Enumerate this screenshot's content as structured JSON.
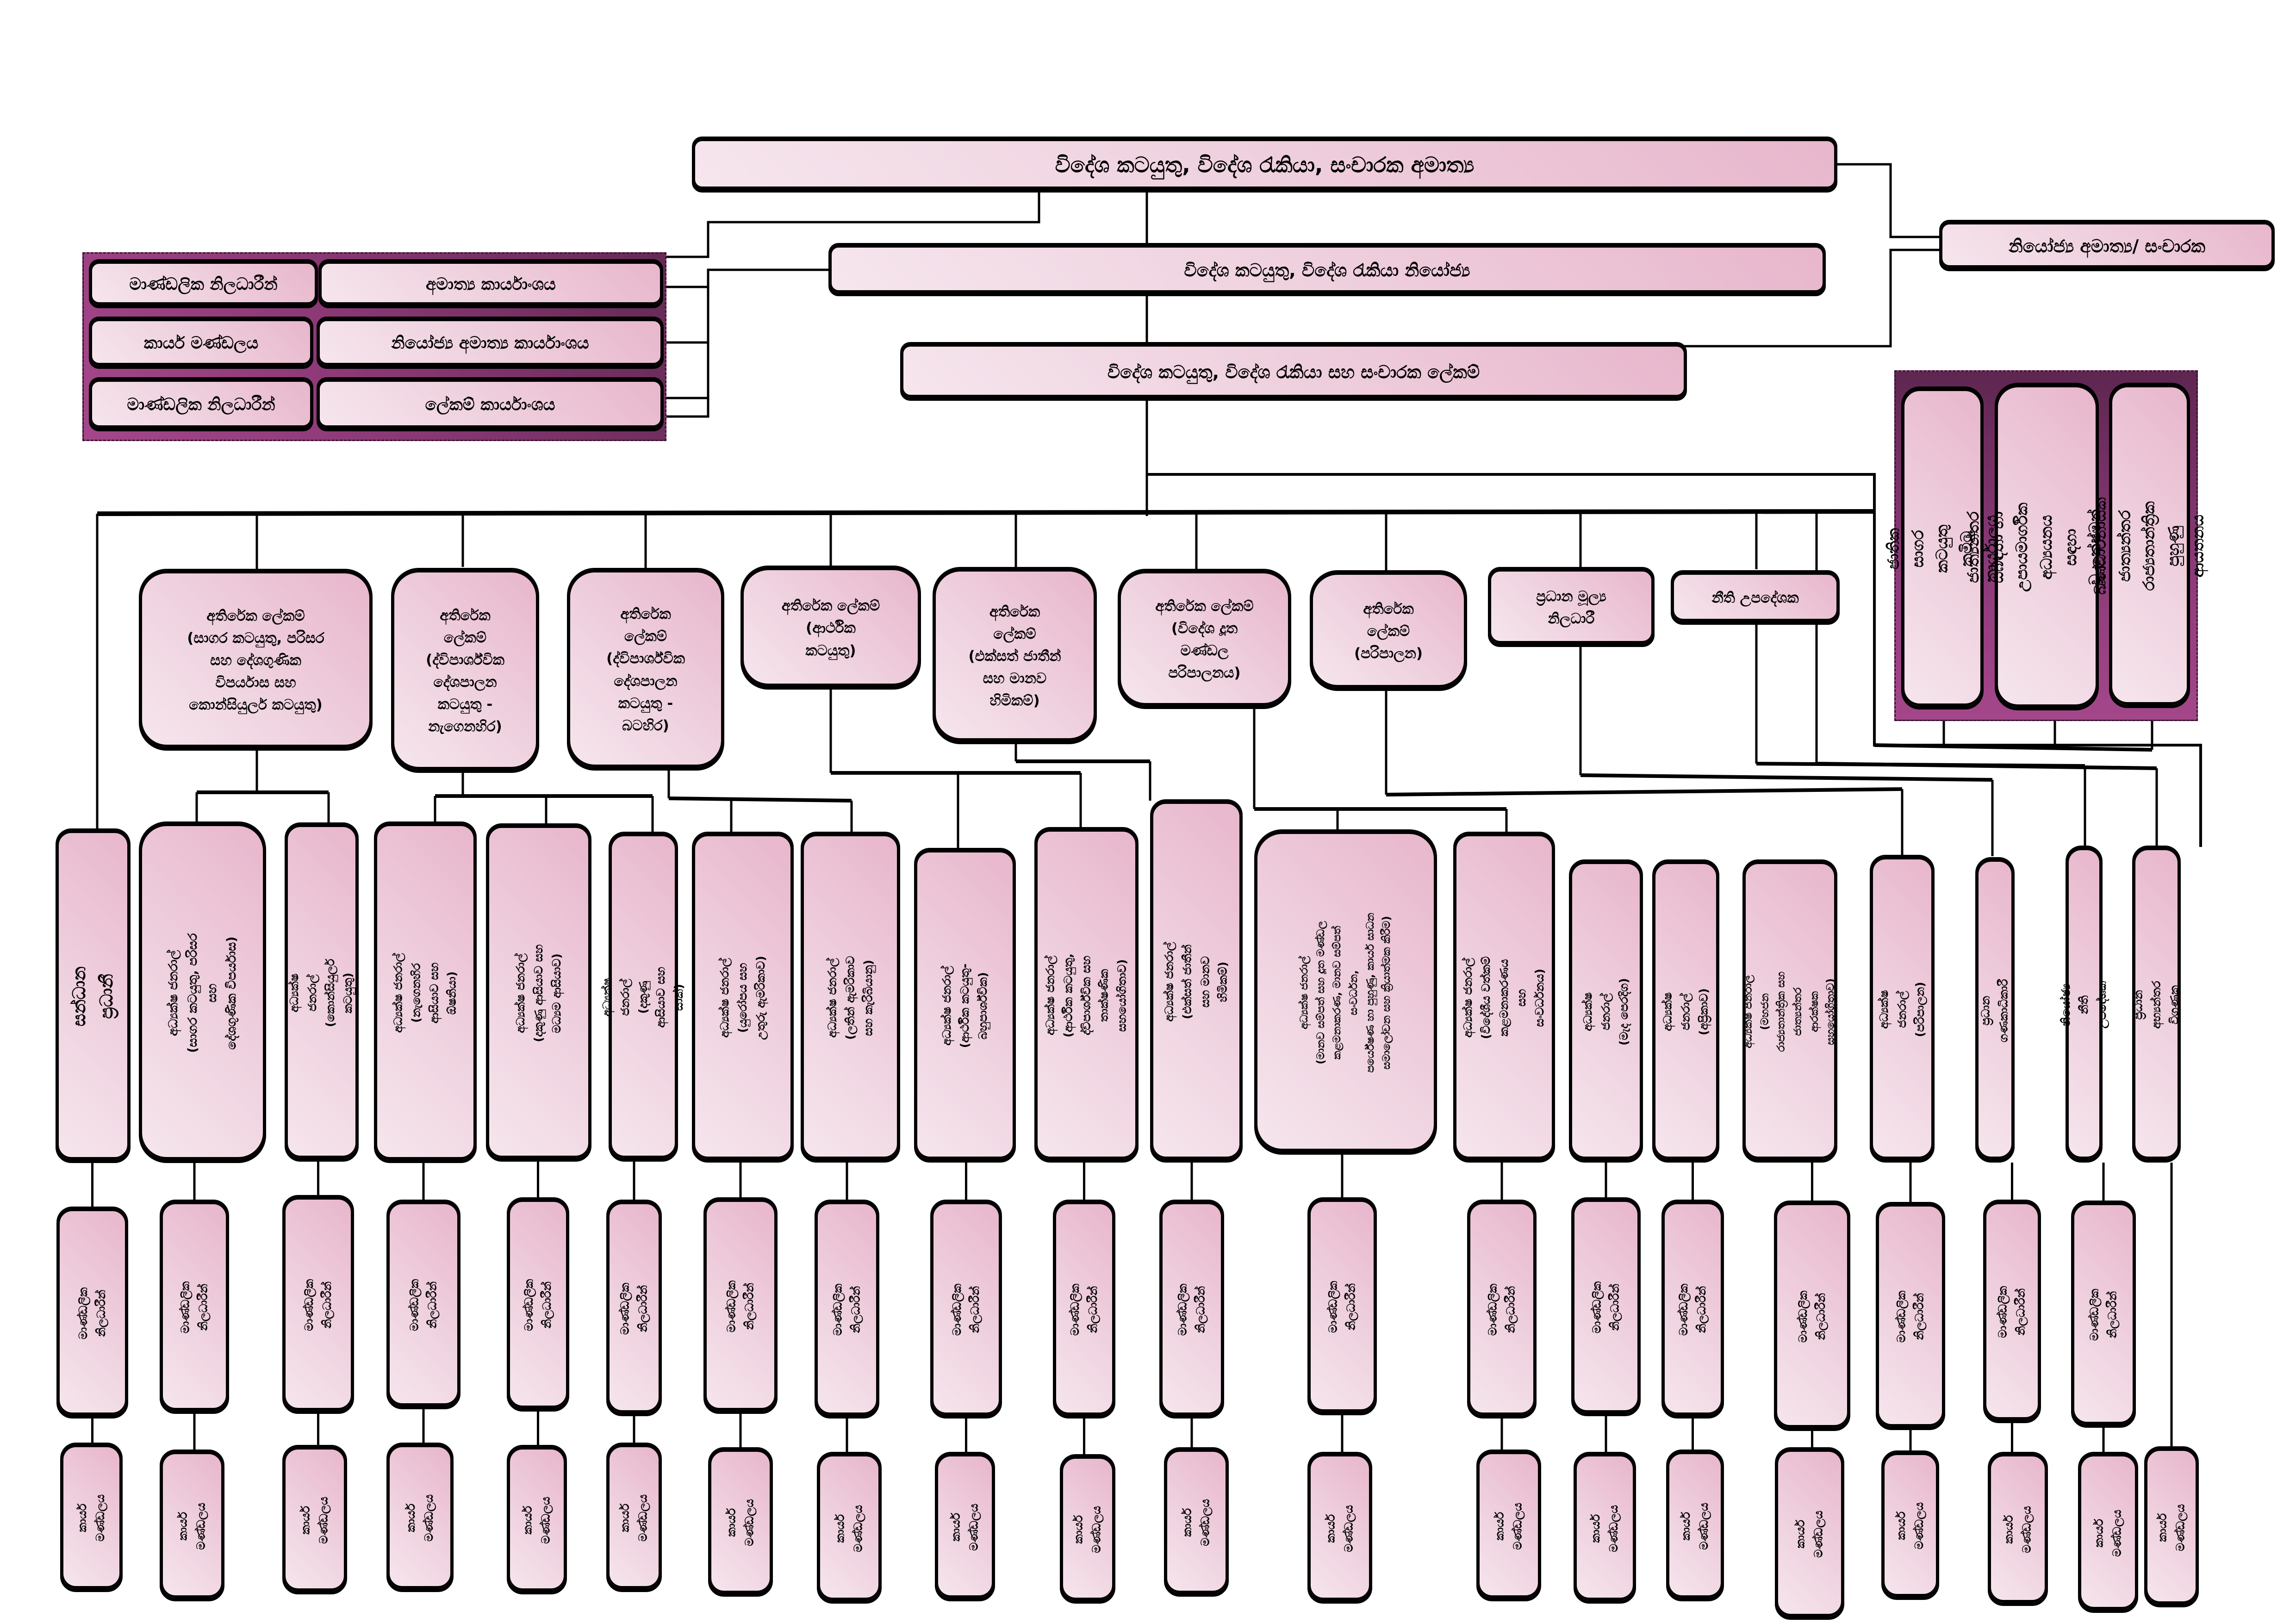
{
  "title": "Sri Lanka Ministry of Foreign Affairs organisational chart (Sinhala)",
  "minister": "විදේශ කටයුතු, විදේශ රැකියා, සංචාරක අමාත්‍ය",
  "deputy_minister": "විදේශ කටයුතු, විදේශ රැකියා නියෝජ්‍ය",
  "secretary": "විදේශ කටයුතු, විදේශ රැකියා සහ සංචාරක ලේකම්",
  "deputy_minister_tourism": "නියෝජ්‍ය  අමාත්‍ය/ සංචාරක",
  "left_panel": {
    "rows": [
      {
        "staff": "මාණ්ඩලික නිලධාරීන්",
        "office": "අමාත්‍ය කාර්යාංශය"
      },
      {
        "staff": "කාර්ය මණ්ඩලය",
        "office": "නියෝජ්‍ය අමාත්‍ය කාර්යාංශය"
      },
      {
        "staff": "මාණ්ඩලික නිලධාරීන්",
        "office": "ලේකම් කාර්යාංශය"
      }
    ]
  },
  "right_panel": {
    "institutes": [
      "ජාතික සාගර කටයුතු කමිටු\nකාර්යාලය",
      "ජාත්‍යන්තර සබඳතා හා\nඋපායමාර්ගික අධ්‍යයනය සඳහා\nවූ ලක්ෂ්මන් කදිර්ගාමර්",
      "බණ්ඩාරනායක ජාත්‍යන්තර\nරාජ්‍යතාන්ත්‍රික පුහුණු ආයතනය"
    ]
  },
  "additional_secretaries": [
    "අතිරේක ලේකම්\n(සාගර කටයුතු, පරිසර\nසහ දේශගුණික\nවිපර්යාස සහ\nකොන්සියුලර් කටයුතු)",
    "අතිරේක\nලේකම්\n(ද්විපාර්ශ්වික\nදේශපාලන\nකටයුතු -\nනැගෙනහිර)",
    "අතිරේක\nලේකම්\n(ද්විපාර්ශ්වික\nදේශපාලන\nකටයුතු -\nබටහිර)",
    "අතිරේක ලේකම්\n(ආර්ථික\nකටයුතු)",
    "අතිරේක\nලේකම්\n(එක්සත් ජාතීන්\nසහ මානව\nහිමිකම්)",
    "අතිරේක ලේකම්\n(විදේශ දූත\nමණ්ඩල\nපරිපාලනය)",
    "අතිරේක\nලේකම්\n(පරිපාලන)",
    "ප්‍රධාන මූල්‍ය\nනිලධාරී",
    "නීති උපදේශක"
  ],
  "directors": [
    "සන්ධාන ප්‍රධානී",
    "අධ්‍යක්ෂ ජනරාල්\n(සාගර කටයුතු, පරිසර සහ\nදේශගුණික විපර්යාස)",
    "අධ්‍යක්ෂ ජනරාල්\n(කොන්සියුලර් කටයුතු)",
    "අධ්‍යක්ෂ ජනරාල්\n(නැගෙනහිර ආසියාව සහ ඕෂනියා)",
    "අධ්‍යක්ෂ ජනරාල්\n(දකුණු ආසියාව සහ මධ්‍යම ආසියාව)",
    "අධ්‍යක්ෂ ජනරාල්\n(දකුණු ආසියාව සහ සාක්)",
    "අධ්‍යක්ෂ ජනරාල්\n(යුරෝපය සහ උතුරු ඇමරිකාව)",
    "අධ්‍යක්ෂ ජනරාල්\n(ලතින් ඇමරිකාව සහ කැරිබියානු)",
    "අධ්‍යක්ෂ ජනරාල්\n(ආර්ථික කටයුතු- බහුපාර්ශ්වික)",
    "අධ්‍යක්ෂ ජනරාල්\n(ආර්ථික කටයුතු, ද්විපාර්ශ්වික සහ\nතාක්ෂණික සහයෝගිතාව)",
    "අධ්‍යක්ෂ ජනරාල්\n(එක්සත් ජාතීන් සහ මානව හිමිකම්)",
    "අධ්‍යක්ෂ ජනරාල්\n(මානව සම්පත් සහ දූත මණ්ඩල\nකළමනාකරණ, මානව සම්පත්\nසංවර්ධන,\nපර්යේෂණ හා පුහුණු, කාර්ය සාධන\nසමාලෝචන සහ ක්‍රියාත්මක කිරීම)",
    "අධ්‍යක්ෂ ජනරාල්\n(විදේශීය වත්කම් කළමනාකරණය සහ\nසංවර්ධනය)",
    "අධ්‍යක්ෂ ජනරාල්\n(මැද පෙරදිග)",
    "අධ්‍යක්ෂ ජනරාල්\n(අප්‍රිකාව)",
    "අධ්‍යක්ෂ ජනරාල්\n(මහජන රාජ්‍යතාන්ත්‍රික සහ\nජාත්‍යන්තර ආරක්ෂක\nසහයෝගිතාව)",
    "අධ්‍යක්ෂ ජනරාල්\n(පරිපාලන)",
    "ප්‍රධාන ගණකාධිකාරී",
    "නියෝජ්‍ය නීති උපදේශක",
    "ප්‍රධාන අභ්‍යන්තර විගණක"
  ],
  "staff_officers_label": "මාණ්ඩලික නිලධාරීන්",
  "staff_label": "කාර්ය මණ්ඩලය",
  "colors": {
    "box_light": "#f6e6ee",
    "box_dark": "#e8b6cc",
    "panel_light": "#a4478a",
    "panel_dark": "#5e2650",
    "line": "#000000"
  }
}
